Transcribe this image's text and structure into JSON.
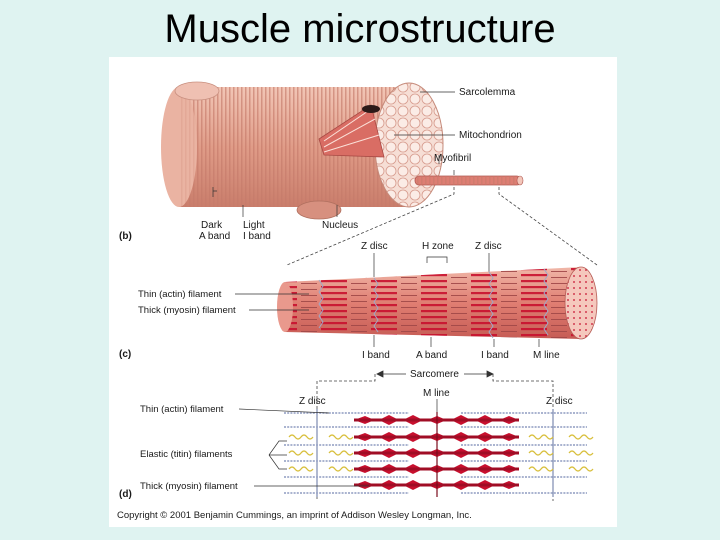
{
  "slide": {
    "title": "Muscle microstructure"
  },
  "panel_b": {
    "tag": "(b)",
    "labels": {
      "sarcolemma": "Sarcolemma",
      "mitochondrion": "Mitochondrion",
      "myofibril": "Myofibril",
      "nucleus": "Nucleus",
      "dark_1": "Dark",
      "dark_2": "A band",
      "light_1": "Light",
      "light_2": "I band"
    }
  },
  "panel_c": {
    "tag": "(c)",
    "labels": {
      "z_disc_1": "Z disc",
      "h_zone": "H zone",
      "z_disc_2": "Z disc",
      "thin": "Thin (actin) filament",
      "thick": "Thick (myosin) filament",
      "i_band_1": "I band",
      "a_band": "A band",
      "i_band_2": "I band",
      "m_line": "M line",
      "sarcomere": "Sarcomere"
    }
  },
  "panel_d": {
    "tag": "(d)",
    "labels": {
      "m_line": "M line",
      "z_disc_left": "Z disc",
      "z_disc_right": "Z disc",
      "thin": "Thin (actin) filament",
      "elastic": "Elastic (titin) filaments",
      "thick": "Thick (myosin) filament"
    }
  },
  "copyright": "Copyright © 2001 Benjamin Cummings, an imprint of Addison Wesley Longman, Inc.",
  "colors": {
    "background": "#dff3f1",
    "muscle": "#e3a592",
    "myosin": "#c8102e",
    "titin": "#e3c94a"
  }
}
